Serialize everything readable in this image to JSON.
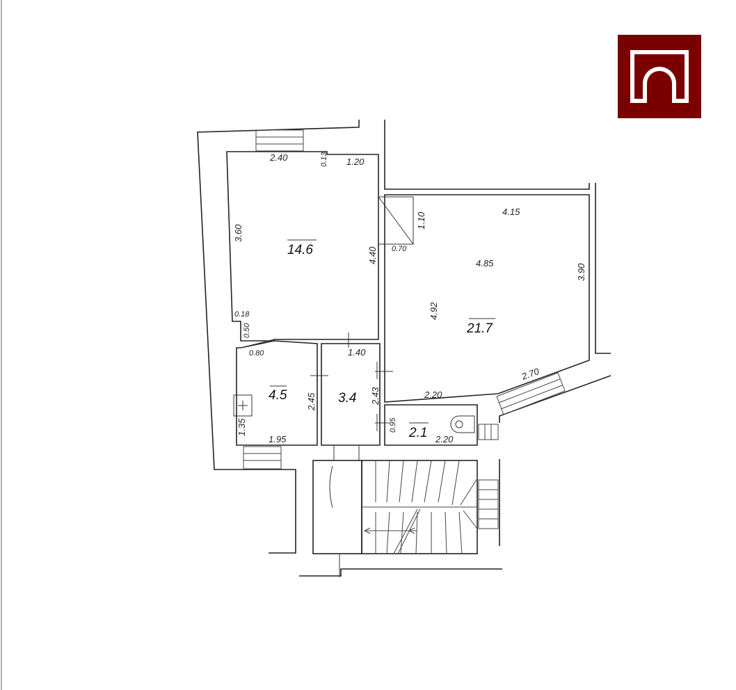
{
  "rooms": [
    {
      "id": "room-1",
      "area": "14.6"
    },
    {
      "id": "room-2",
      "area": "21.7"
    },
    {
      "id": "room-3",
      "area": "4.5"
    },
    {
      "id": "room-4",
      "area": "3.4"
    },
    {
      "id": "room-5",
      "area": "2.1"
    }
  ],
  "dimensions": {
    "d240": "2.40",
    "d013": "0.13",
    "d120": "1.20",
    "d360": "3.60",
    "d440": "4.40",
    "d110": "1.10",
    "d070": "0.70",
    "d415": "4.15",
    "d485": "4.85",
    "d390": "3.90",
    "d492": "4.92",
    "d018": "0.18",
    "d050": "0.50",
    "d080": "0.80",
    "d140": "1.40",
    "d243": "2.43",
    "d245": "2.45",
    "d135": "1.35",
    "d195": "1.95",
    "d220a": "2.20",
    "d270": "2.70",
    "d095": "0.95",
    "d220b": "2.20"
  },
  "colors": {
    "logo": "#7a0000",
    "walls": "#222222"
  },
  "icons": {
    "logo": "arch-logo-icon",
    "toilet": "toilet-icon",
    "sink": "sink-icon"
  }
}
